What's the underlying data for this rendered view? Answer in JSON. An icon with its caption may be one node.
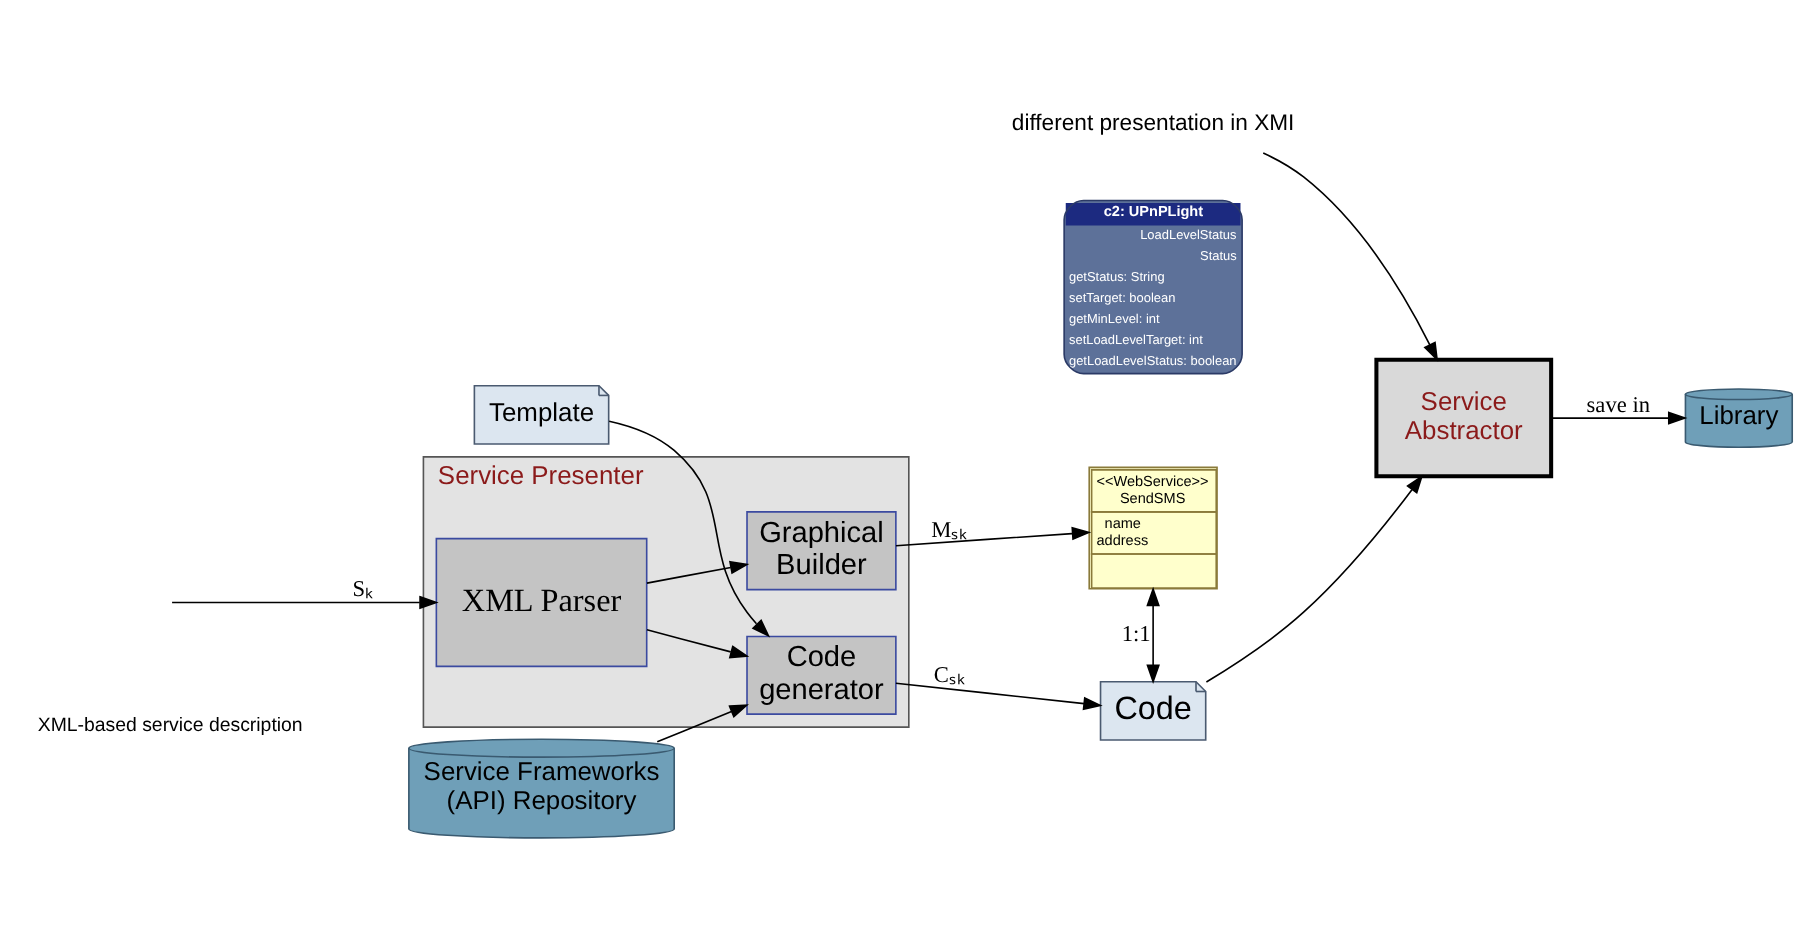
{
  "diagram": {
    "nodes": [
      {
        "text": [
          "Service Presenter"
        ]
      },
      {
        "text": [
          "XML Parser"
        ],
        "in": 0
      },
      {
        "text": [
          "Graphical Builder"
        ],
        "in": 0
      },
      {
        "text": [
          "Code generator"
        ],
        "in": 0
      },
      {
        "text": [
          "c2: UPnPLight",
          "LoadLevelStatus",
          "Status",
          "getStatus: String",
          "setTarget: boolean",
          "getMinLevel: int",
          "setLoadLevelTarget: int",
          "getLoadLevelStatus: boolean"
        ]
      },
      {
        "text": [
          "<<WebService>>",
          "SendSMS",
          "name",
          "address"
        ]
      },
      {
        "text": [
          "Code"
        ]
      },
      {
        "text": [
          "Template"
        ]
      },
      {
        "text": [
          "Service Frameworks (API) Repository"
        ]
      },
      {
        "text": [
          "Service Abstractor"
        ]
      },
      {
        "text": [
          "Library"
        ]
      },
      {
        "text": [
          "different presentation in XMI"
        ]
      }
    ],
    "edges": [
      {
        "from": null,
        "to": 1,
        "arrow": "to",
        "label": "Sₖ"
      },
      {
        "from": 1,
        "to": 2,
        "arrow": "to"
      },
      {
        "from": 1,
        "to": 3,
        "arrow": "to"
      },
      {
        "from": 2,
        "to": 5,
        "arrow": "to",
        "label": "Mₛₖ"
      },
      {
        "from": 3,
        "to": 6,
        "arrow": "to",
        "label": "Cₛₖ"
      },
      {
        "from": 5,
        "to": 6,
        "arrow": "both",
        "label": "1:1"
      },
      {
        "from": 7,
        "to": 3,
        "arrow": "to"
      },
      {
        "from": 8,
        "to": 3,
        "arrow": "to"
      },
      {
        "from": 11,
        "to": 9,
        "arrow": "to"
      },
      {
        "from": 6,
        "to": 9,
        "arrow": "to"
      },
      {
        "from": 9,
        "to": 10,
        "arrow": "to",
        "label": "save in"
      }
    ],
    "labels": [
      "XML-based service description"
    ]
  }
}
